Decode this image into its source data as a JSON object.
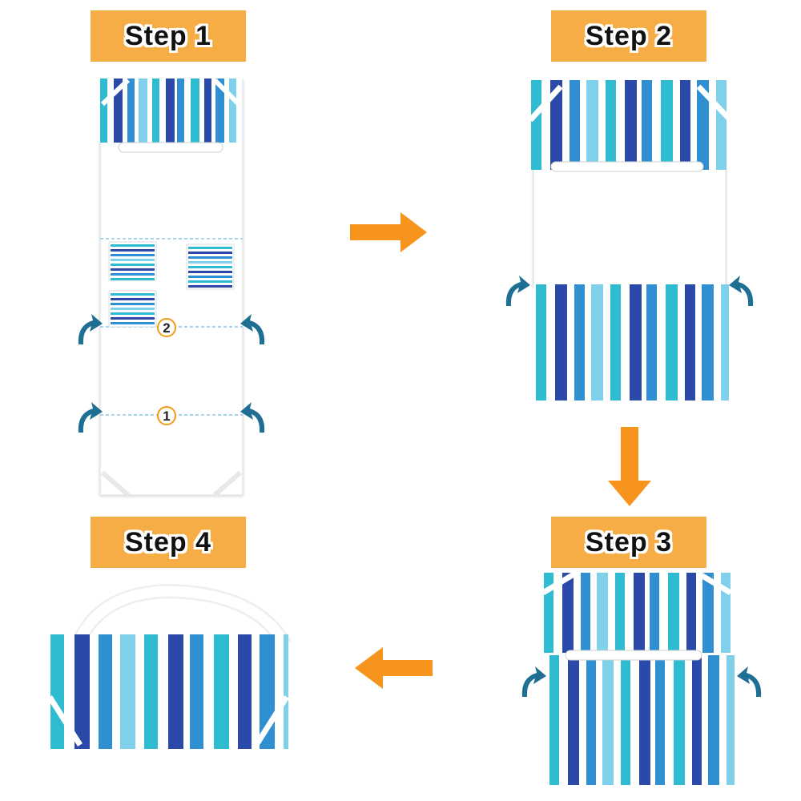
{
  "steps": [
    {
      "label": "Step 1"
    },
    {
      "label": "Step 2"
    },
    {
      "label": "Step 3"
    },
    {
      "label": "Step 4"
    }
  ],
  "fold_markers": [
    "1",
    "2"
  ],
  "colors": {
    "label_bg": "#f7ad45",
    "arrow": "#f7941d",
    "curl_arrow": "#1e6f93",
    "stripe_dark": "#2a49a8",
    "stripe_mid": "#2f8fd0",
    "stripe_teal": "#2fbcd0",
    "stripe_light": "#7fd0ea",
    "guide_line": "#a7d3ee"
  },
  "icons": [
    "right-arrow-icon",
    "down-arrow-icon",
    "left-arrow-icon",
    "curl-arrow-icon"
  ]
}
